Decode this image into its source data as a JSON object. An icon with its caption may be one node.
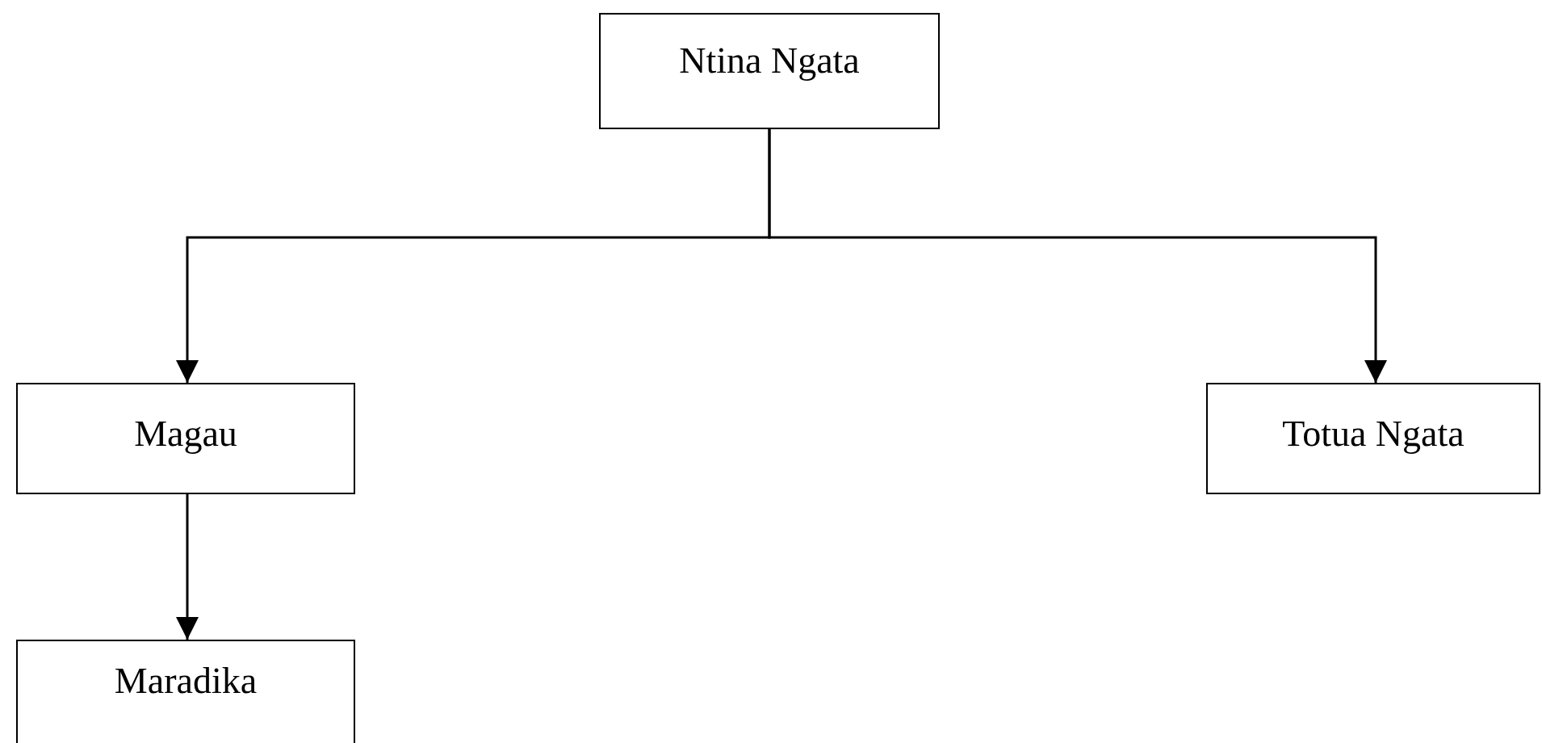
{
  "diagram": {
    "nodes": [
      {
        "text": [
          "Ntina Ngata"
        ]
      },
      {
        "text": [
          "Magau"
        ]
      },
      {
        "text": [
          "Totua Ngata"
        ]
      },
      {
        "text": [
          "Maradika"
        ]
      }
    ],
    "edges": [
      {
        "from": 0,
        "to": 1,
        "arrow": "to"
      },
      {
        "from": 0,
        "to": 2,
        "arrow": "to"
      },
      {
        "from": 1,
        "to": 3,
        "arrow": "to"
      }
    ]
  }
}
